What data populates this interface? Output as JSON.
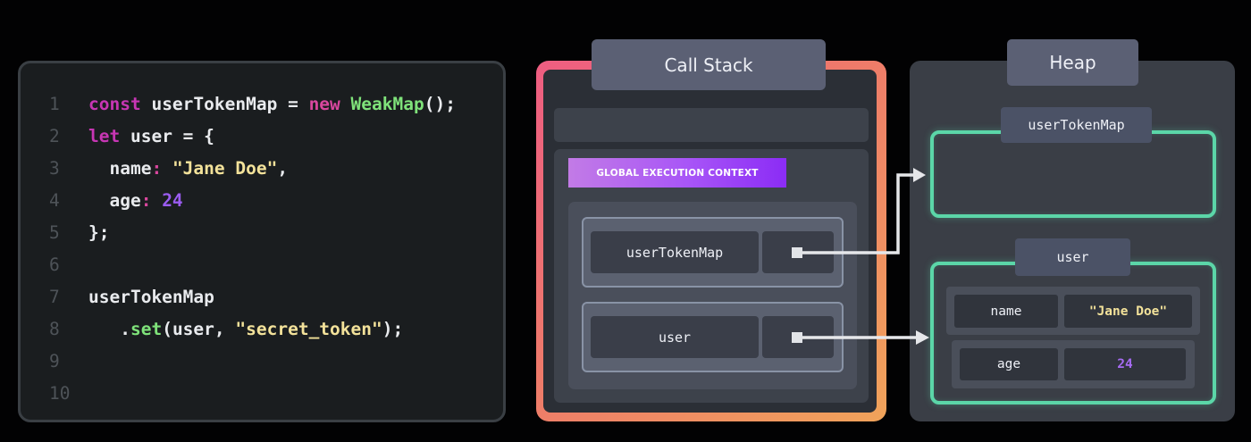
{
  "editor": {
    "lines": [
      {
        "n": "1",
        "tokens": [
          {
            "t": "const ",
            "c": "kw"
          },
          {
            "t": "userTokenMap = ",
            "c": "punc"
          },
          {
            "t": "new ",
            "c": "kw2"
          },
          {
            "t": "WeakMap",
            "c": "cls"
          },
          {
            "t": "();",
            "c": "punc"
          }
        ]
      },
      {
        "n": "2",
        "tokens": [
          {
            "t": "let ",
            "c": "kw"
          },
          {
            "t": "user = {",
            "c": "punc"
          }
        ]
      },
      {
        "n": "3",
        "tokens": [
          {
            "t": "  name",
            "c": "punc"
          },
          {
            "t": ": ",
            "c": "kw2"
          },
          {
            "t": "\"Jane Doe\"",
            "c": "str"
          },
          {
            "t": ",",
            "c": "punc"
          }
        ]
      },
      {
        "n": "4",
        "tokens": [
          {
            "t": "  age",
            "c": "punc"
          },
          {
            "t": ": ",
            "c": "kw2"
          },
          {
            "t": "24",
            "c": "num"
          }
        ]
      },
      {
        "n": "5",
        "tokens": [
          {
            "t": "};",
            "c": "punc"
          }
        ]
      },
      {
        "n": "6",
        "tokens": []
      },
      {
        "n": "7",
        "tokens": [
          {
            "t": "userTokenMap",
            "c": "punc"
          }
        ]
      },
      {
        "n": "8",
        "tokens": [
          {
            "t": "   .",
            "c": "punc"
          },
          {
            "t": "set",
            "c": "fn"
          },
          {
            "t": "(user, ",
            "c": "punc"
          },
          {
            "t": "\"secret_token\"",
            "c": "str"
          },
          {
            "t": ");",
            "c": "punc"
          }
        ]
      },
      {
        "n": "9",
        "tokens": []
      },
      {
        "n": "10",
        "tokens": []
      }
    ]
  },
  "call_stack": {
    "title": "Call Stack",
    "context_label": "GLOBAL EXECUTION CONTEXT",
    "variables": [
      {
        "name": "userTokenMap"
      },
      {
        "name": "user"
      }
    ]
  },
  "heap": {
    "title": "Heap",
    "objects": [
      {
        "label": "userTokenMap",
        "props": []
      },
      {
        "label": "user",
        "props": [
          {
            "key": "name",
            "value": "\"Jane Doe\"",
            "kind": "str"
          },
          {
            "key": "age",
            "value": "24",
            "kind": "num"
          }
        ]
      }
    ]
  },
  "colors": {
    "stack_gradient_start": "#ee5d82",
    "stack_gradient_end": "#f0a35a",
    "context_label": "#a855f7",
    "heap_object_border": "#5bd6a8",
    "string_value": "#f3e29a",
    "number_value": "#a66bf2"
  }
}
